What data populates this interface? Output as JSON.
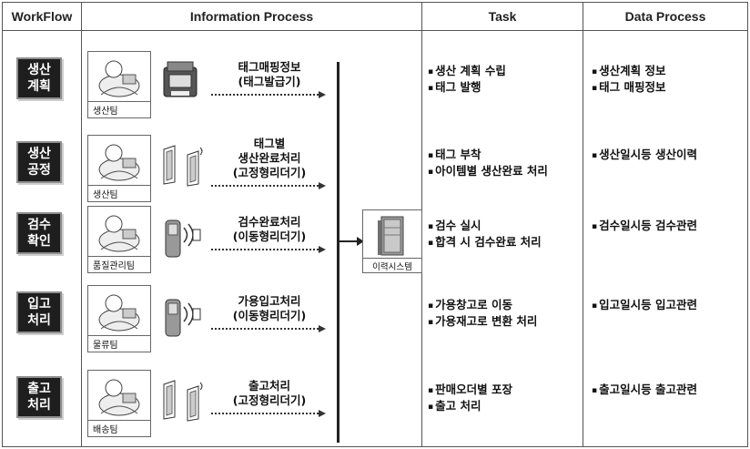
{
  "headers": {
    "workflow": "WorkFlow",
    "info": "Information Process",
    "task": "Task",
    "data": "Data Process"
  },
  "rows": [
    {
      "step": "생산\n계획",
      "team": "생산팀",
      "device": "printer",
      "process": "태그매핑정보\n(태그발급기)",
      "tasks": [
        "생산 계획 수립",
        "태그 발행"
      ],
      "data": [
        "생산계획 정보",
        "태그 매핑정보"
      ]
    },
    {
      "step": "생산\n공정",
      "team": "생산팀",
      "device": "fixed-reader",
      "process": "태그별\n생산완료처리\n(고정형리더기)",
      "tasks": [
        "태그 부착",
        "아이템별 생산완료 처리"
      ],
      "data": [
        "생산일시등 생산이력"
      ]
    },
    {
      "step": "검수\n확인",
      "team": "품질관리팀",
      "device": "mobile-reader",
      "process": "검수완료처리\n(이동형리더기)",
      "tasks": [
        "검수 실시",
        "합격 시 검수완료 처리"
      ],
      "data": [
        "검수일시등 검수관련"
      ]
    },
    {
      "step": "입고\n처리",
      "team": "물류팀",
      "device": "mobile-reader",
      "process": "가용입고처리\n(이동형리더기)",
      "tasks": [
        "가용창고로 이동",
        "가용재고로 변환 처리"
      ],
      "data": [
        "입고일시등 입고관련"
      ]
    },
    {
      "step": "출고\n처리",
      "team": "배송팀",
      "device": "fixed-reader",
      "process": "출고처리\n(고정형리더기)",
      "tasks": [
        "판매오더별 포장",
        "출고 처리"
      ],
      "data": [
        "출고일시등 출고관련"
      ]
    }
  ],
  "system": {
    "label": "이력시스템"
  }
}
